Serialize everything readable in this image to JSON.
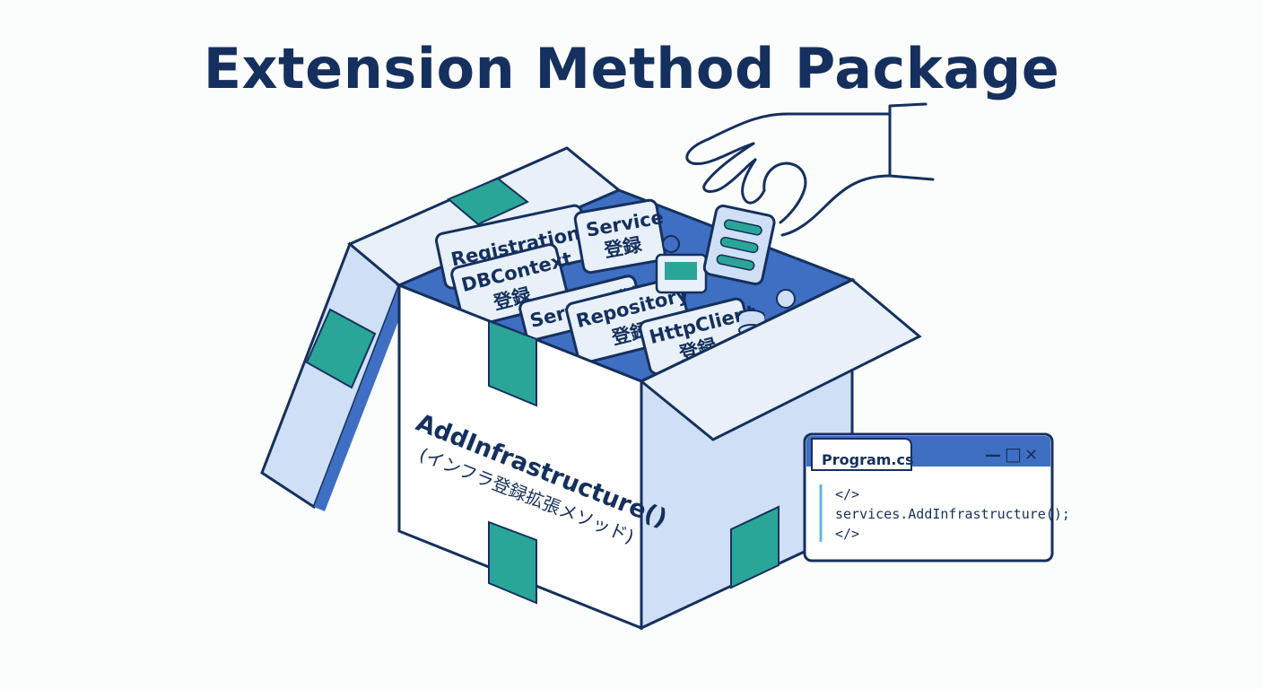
{
  "title": "Extension Method Package",
  "colors": {
    "navy": "#15305e",
    "blue": "#3f6fc2",
    "light_blue": "#cfe0f6",
    "pale_blue": "#e8f0fa",
    "teal": "#2aa698",
    "background": "#fbfcfc"
  },
  "box": {
    "label": "AddInfrastructure()",
    "sublabel": "(インフラ登録拡張メソッド)"
  },
  "cards": [
    {
      "line1": "Registrations",
      "line2": ""
    },
    {
      "line1": "Service",
      "line2": "登録"
    },
    {
      "line1": "DBContext",
      "line2": "登録"
    },
    {
      "line1": "Service 登録",
      "line2": ""
    },
    {
      "line1": "Repository",
      "line2": "登録"
    },
    {
      "line1": "HttpClient",
      "line2": "登録"
    }
  ],
  "code_window": {
    "title": "Program.cs",
    "controls": [
      "—",
      "□",
      "✕"
    ],
    "lines": [
      "</>",
      "services.AddInfrastructure();",
      "</>"
    ]
  },
  "icons": [
    "hand-icon",
    "server-icon",
    "gear-icon",
    "monitor-icon",
    "database-icon"
  ]
}
